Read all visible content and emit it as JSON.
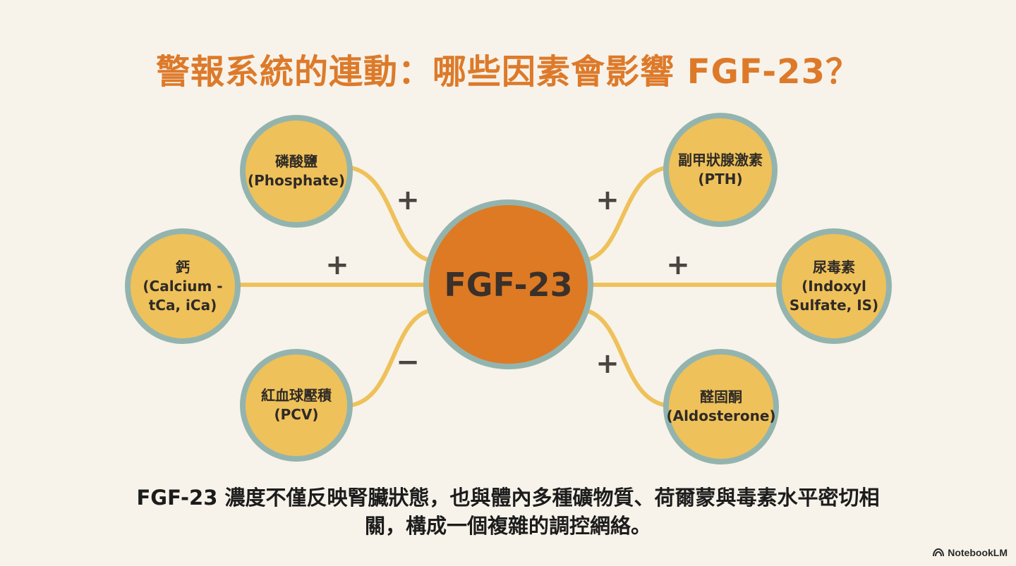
{
  "title": "警報系統的連動：哪些因素會影響 FGF-23？",
  "center": "FGF-23",
  "factors": {
    "phosphate": {
      "zh": "磷酸鹽",
      "en": "(Phosphate)",
      "effect": "+"
    },
    "calcium": {
      "zh": "鈣",
      "en1": "(Calcium -",
      "en2": "tCa, iCa)",
      "effect": "+"
    },
    "pcv": {
      "zh": "紅血球壓積",
      "en": "(PCV)",
      "effect": "−"
    },
    "pth": {
      "zh": "副甲狀腺激素",
      "en": "(PTH)",
      "effect": "+"
    },
    "indoxyl": {
      "zh": "尿毒素",
      "en1": "(Indoxyl",
      "en2": "Sulfate, IS)",
      "effect": "+"
    },
    "aldosterone": {
      "zh": "醛固酮",
      "en": "(Aldosterone)",
      "effect": "+"
    }
  },
  "caption": {
    "line1": "FGF-23 濃度不僅反映腎臟狀態，也與體內多種礦物質、荷爾蒙與毒素水平密切相",
    "line2": "關，構成一個複雜的調控網絡。"
  },
  "brand": "NotebookLM",
  "colors": {
    "title": "#dd7a2a",
    "center": "#dd7a23",
    "node": "#efc15a",
    "ring": "#93b4ae",
    "connector": "#efc15a"
  }
}
